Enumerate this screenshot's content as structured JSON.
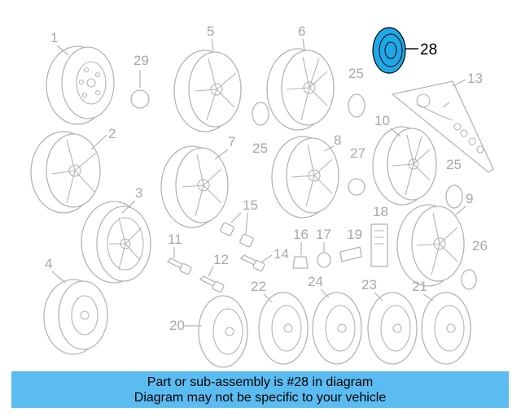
{
  "diagram": {
    "callouts": [
      "1",
      "2",
      "3",
      "4",
      "5",
      "6",
      "7",
      "8",
      "9",
      "10",
      "11",
      "12",
      "13",
      "14",
      "15",
      "16",
      "17",
      "18",
      "19",
      "20",
      "21",
      "22",
      "23",
      "24",
      "25",
      "25",
      "25",
      "26",
      "27",
      "28",
      "29"
    ],
    "highlighted_part": "28"
  },
  "banner": {
    "line1": "Part or sub-assembly is #28 in diagram",
    "line2": "Diagram may not be specific to your vehicle"
  },
  "colors": {
    "highlight": "#1fa8e8",
    "banner_bg": "#5bbcf1",
    "line_art": "#b4b4b4",
    "callout_text": "#a8a8a8"
  }
}
